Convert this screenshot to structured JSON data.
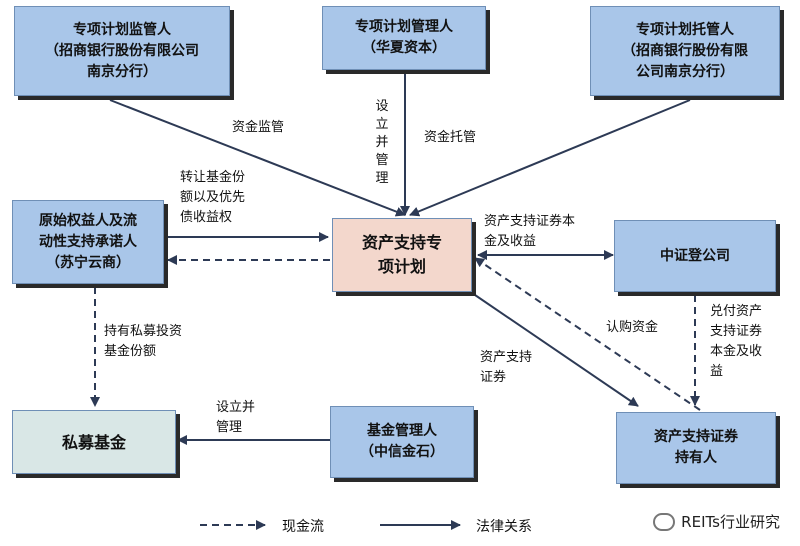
{
  "nodes": {
    "supervisor": {
      "lines": [
        "专项计划监管人",
        "（招商银行股份有限公司",
        "南京分行）"
      ]
    },
    "manager": {
      "lines": [
        "专项计划管理人",
        "（华夏资本）"
      ]
    },
    "custodian": {
      "lines": [
        "专项计划托管人",
        "（招商银行股份有限",
        "公司南京分行）"
      ]
    },
    "originator": {
      "lines": [
        "原始权益人及流",
        "动性支持承诺人",
        "（苏宁云商）"
      ]
    },
    "spv": {
      "lines": [
        "资产支持专",
        "项计划"
      ]
    },
    "csdc": {
      "lines": [
        "中证登公司"
      ]
    },
    "private_fund": {
      "lines": [
        "私募基金"
      ]
    },
    "fund_manager": {
      "lines": [
        "基金管理人",
        "（中信金石）"
      ]
    },
    "holders": {
      "lines": [
        "资产支持证券",
        "持有人"
      ]
    }
  },
  "edges": {
    "supervision": "资金监管",
    "establish_manage": "设立并管理",
    "custody": "资金托管",
    "transfer": [
      "转让基金份",
      "额以及优先",
      "债收益权"
    ],
    "principal_income": [
      "资产支持证券本",
      "金及收益"
    ],
    "hold_shares": [
      "持有私募投资",
      "基金份额"
    ],
    "subscription": "认购资金",
    "abs_to_holders": [
      "资产支持",
      "证券"
    ],
    "redeem": [
      "兑付资产",
      "支持证券",
      "本金及收",
      "益"
    ],
    "fund_establish": [
      "设立并",
      "管理"
    ]
  },
  "legend": {
    "cash_flow": "现金流",
    "legal": "法律关系"
  },
  "watermark": "REITs行业研究"
}
